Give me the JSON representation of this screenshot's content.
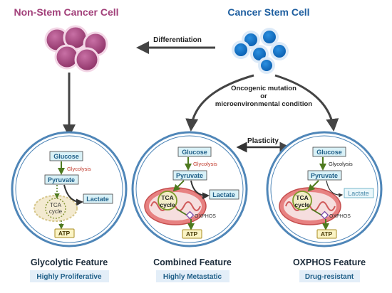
{
  "titles": {
    "non_stem": "Non-Stem Cancer Cell",
    "stem": "Cancer Stem Cell"
  },
  "arrows": {
    "differentiation": "Differentiation",
    "plasticity": "Plasticity",
    "mutation_line1": "Oncogenic mutation",
    "mutation_line2": "or",
    "mutation_line3": "microenvironmental condition"
  },
  "cells": {
    "glucose": "Glucose",
    "glycolysis": "Glycolysis",
    "pyruvate": "Pyruvate",
    "lactate": "Lactate",
    "tca_line1": "TCA",
    "tca_line2": "cycle",
    "oxphos": "OXPHOS",
    "atp": "ATP"
  },
  "features": [
    {
      "name": "Glycolytic Feature",
      "subtitle": "Highly Proliferative"
    },
    {
      "name": "Combined Feature",
      "subtitle": "Highly Metastatic"
    },
    {
      "name": "OXPHOS Feature",
      "subtitle": "Drug-resistant"
    }
  ],
  "colors": {
    "magenta": "#a2407a",
    "blue": "#1f5fa0",
    "glycolysis_red": "#c0392b",
    "arrow_green": "#4e7a1f",
    "ring": "#4f86b8"
  }
}
